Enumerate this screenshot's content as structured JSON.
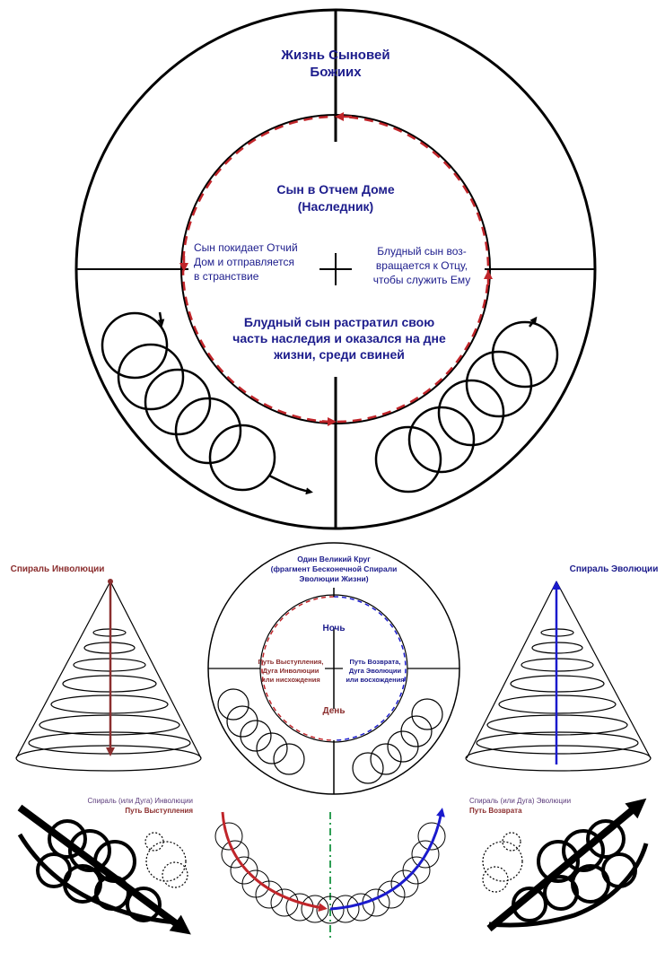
{
  "colors": {
    "navy": "#1c1c8c",
    "red": "#c0252a",
    "maroon": "#8b2e2e",
    "blue": "#1a1acd",
    "green": "#2e9e54",
    "purple": "#5a3a7a",
    "black": "#000000"
  },
  "top": {
    "outer_title_1": "Жизнь Сыновей",
    "outer_title_2": "Божиих",
    "inner_title_1": "Сын в Отчем Доме",
    "inner_title_2": "(Наследник)",
    "left_1": "Сын покидает Отчий",
    "left_2": "Дом и отправляется",
    "left_3": "в странствие",
    "right_1": "Блудный сын воз-",
    "right_2": "вращается  к Отцу,",
    "right_3": "чтобы служить Ему",
    "bottom_1": "Блудный сын растратил свою",
    "bottom_2": "часть наследия и оказался на дне",
    "bottom_3": "жизни, среди свиней"
  },
  "middle": {
    "title_1": "Один Великий Круг",
    "title_2": "(фрагмент Бесконечной Спирали",
    "title_3": "Эволюции Жизни)",
    "night": "Ночь",
    "day": "День",
    "left_1": "Путь Выступления,",
    "left_2": "Дуга Инволюции",
    "left_3": "или нисхождения",
    "right_1": "Путь Возврата,",
    "right_2": "Дуга Эволюции",
    "right_3": "или восхождения"
  },
  "cones": {
    "involution_label": "Спираль Инволюции",
    "evolution_label": "Спираль Эволюции"
  },
  "bottom": {
    "left_label_1": "Спираль (или Дуга) Инволюции",
    "left_label_2": "Путь Выступления",
    "right_label_1": "Спираль (или Дуга) Эволюции",
    "right_label_2": "Путь Возврата"
  }
}
